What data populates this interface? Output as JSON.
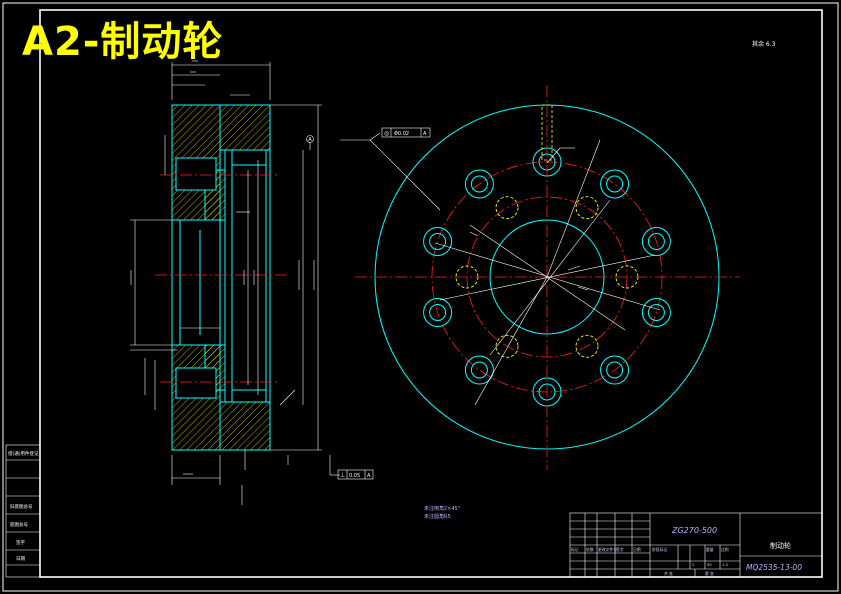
{
  "title": "A2-制动轮",
  "roughness_note": "其余 6.3",
  "tolerance_frames": {
    "top": {
      "symbol": "◎",
      "value": "Φ0.02",
      "datum": "A"
    },
    "bottom": {
      "symbol": "⊥",
      "value": "0.05",
      "datum": "A"
    }
  },
  "datum_label": "A",
  "tech_notes": [
    "未注倒角2×45°",
    "未注圆角R5"
  ],
  "title_block": {
    "material": "ZG270-500",
    "part_name": "制动轮",
    "drawing_number": "MQ2535-13-00",
    "left_column": [
      "借(通)用件登记",
      "旧底图总号",
      "底图总号",
      "签字",
      "日期"
    ],
    "header_labels": [
      "标记",
      "处数",
      "更改文件号",
      "签字",
      "日期"
    ],
    "stage_labels": [
      "阶段标记",
      "重量",
      "比例"
    ],
    "scale_values": [
      "2",
      "90",
      "1:2"
    ],
    "sheet_labels": [
      "共 张",
      "第 张"
    ]
  },
  "colors": {
    "background": "#000000",
    "frame": "#ffffff",
    "geometry": "#00ffff",
    "center_line": "#ff2020",
    "hatch": "#ffff00",
    "dimension": "#ffffff",
    "title": "#ffff00"
  }
}
